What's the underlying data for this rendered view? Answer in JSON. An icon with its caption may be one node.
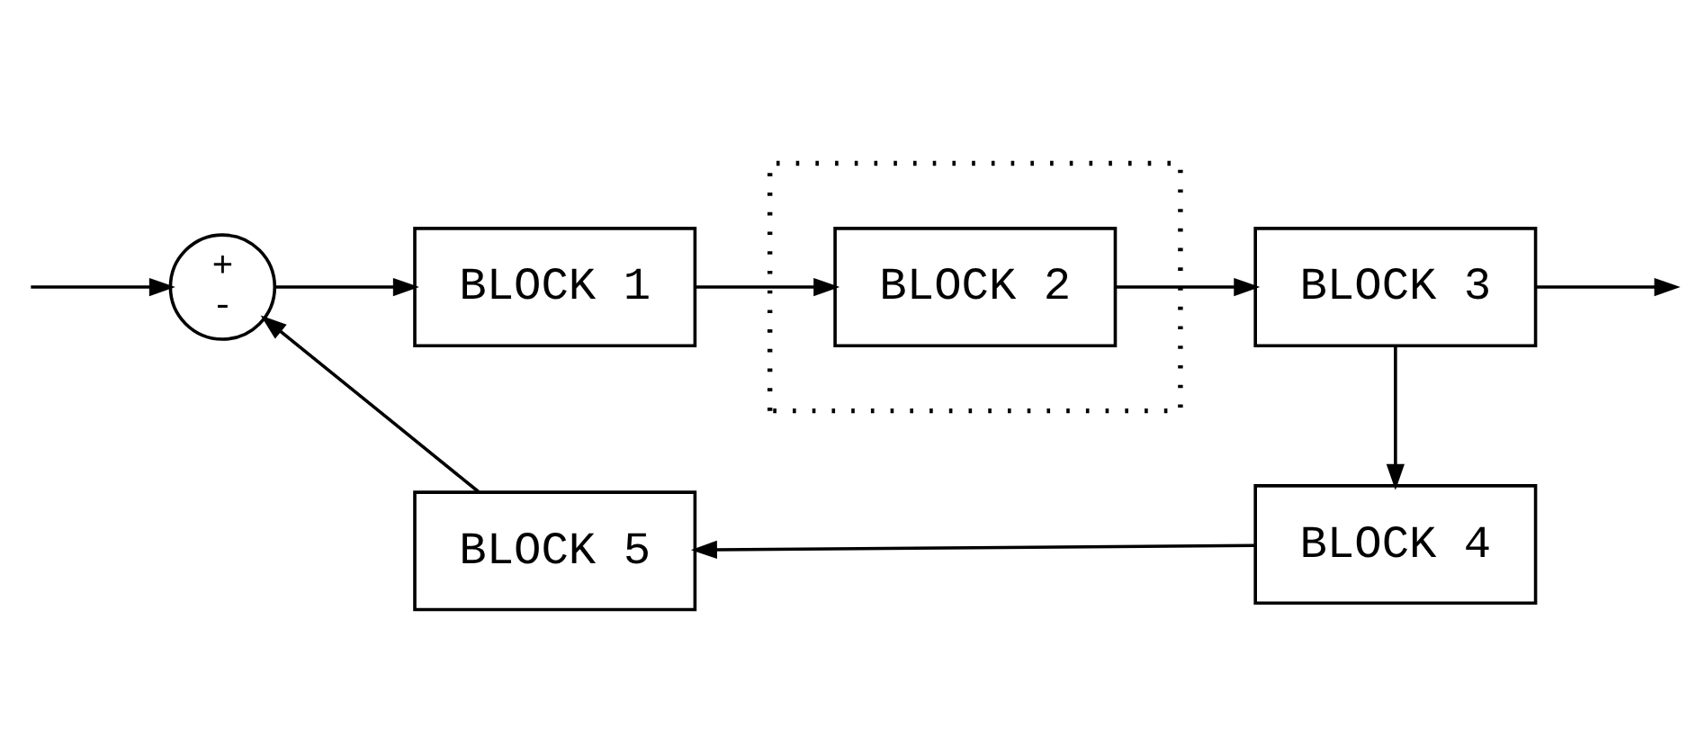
{
  "diagram": {
    "nodes": [
      {
        "text": [
          "+",
          "-"
        ]
      },
      {
        "text": [
          "BLOCK 1"
        ]
      },
      {
        "text": [],
        "shape": "box"
      },
      {
        "text": [
          "BLOCK 2"
        ],
        "in": 2
      },
      {
        "text": [
          "BLOCK 3"
        ]
      },
      {
        "text": [
          "BLOCK 4"
        ]
      },
      {
        "text": [
          "BLOCK 5"
        ]
      }
    ],
    "edges": [
      {
        "from": null,
        "to": 0,
        "arrow": "to"
      },
      {
        "from": 0,
        "to": 1,
        "arrow": "to"
      },
      {
        "from": 1,
        "to": 3,
        "arrow": "to"
      },
      {
        "from": 3,
        "to": 4,
        "arrow": "to"
      },
      {
        "from": 4,
        "to": null,
        "arrow": "to"
      },
      {
        "from": 4,
        "to": 5,
        "arrow": "to"
      },
      {
        "from": 5,
        "to": 6,
        "arrow": "to"
      },
      {
        "from": 6,
        "to": 0,
        "arrow": "to"
      }
    ]
  }
}
